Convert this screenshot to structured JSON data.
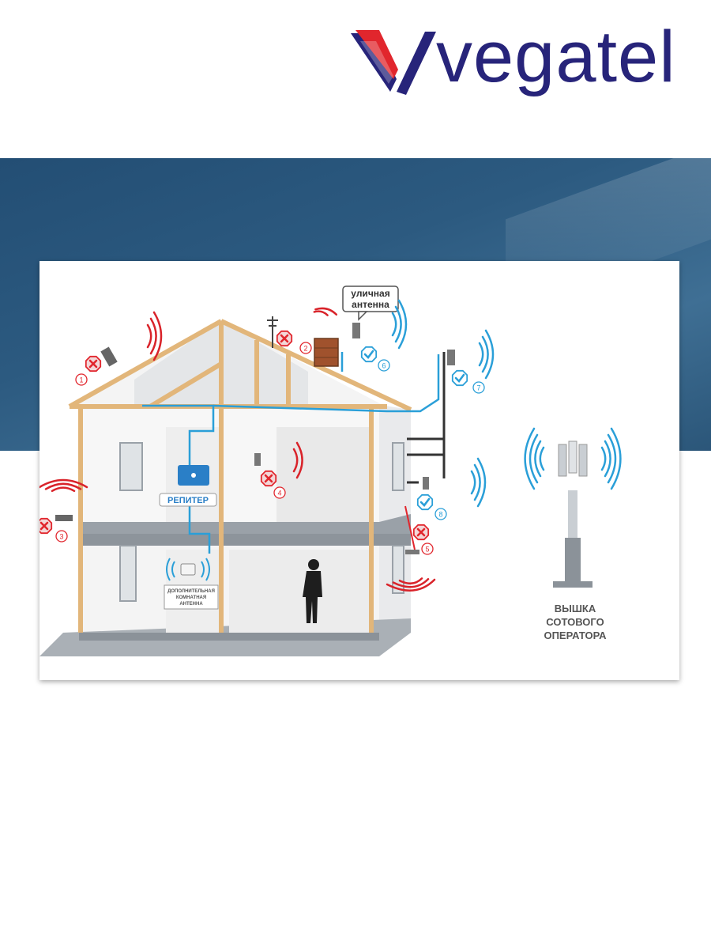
{
  "brand": {
    "name": "vegatel",
    "colors": {
      "navy": "#27247a",
      "red": "#e1262d"
    }
  },
  "diagram": {
    "labels": {
      "street_antenna_line1": "уличная",
      "street_antenna_line2": "антенна",
      "repeater": "РЕПИТЕР",
      "indoor_antenna_line1": "ДОПОЛНИТЕЛЬНАЯ",
      "indoor_antenna_line2": "КОМНАТНАЯ",
      "indoor_antenna_line3": "АНТЕННА",
      "tower_line1": "ВЫШКА",
      "tower_line2": "СОТОВОГО",
      "tower_line3": "ОПЕРАТОРА"
    },
    "markers": [
      {
        "num": "1",
        "status": "bad"
      },
      {
        "num": "2",
        "status": "bad"
      },
      {
        "num": "3",
        "status": "bad"
      },
      {
        "num": "4",
        "status": "bad"
      },
      {
        "num": "5",
        "status": "bad"
      },
      {
        "num": "6",
        "status": "good"
      },
      {
        "num": "7",
        "status": "good"
      },
      {
        "num": "8",
        "status": "good"
      }
    ],
    "colors": {
      "bad": "#e1262d",
      "good": "#2a9fd8",
      "beam": "#e2b67a",
      "wall": "#f4f4f4",
      "floor": "#9aa1a8",
      "cable": "#2a9fd8",
      "signal_blue": "#2a9fd8",
      "signal_red": "#d9232a"
    }
  }
}
